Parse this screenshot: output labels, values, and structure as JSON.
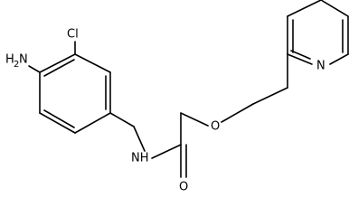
{
  "molecule": {
    "atoms": {
      "chloro": "Cl",
      "amine_main": "H",
      "amine_sub": "2",
      "amine_n": "N",
      "amide_nh": "NH",
      "ether_o": "O",
      "carbonyl_o": "O",
      "pyridine_n": "N"
    }
  }
}
